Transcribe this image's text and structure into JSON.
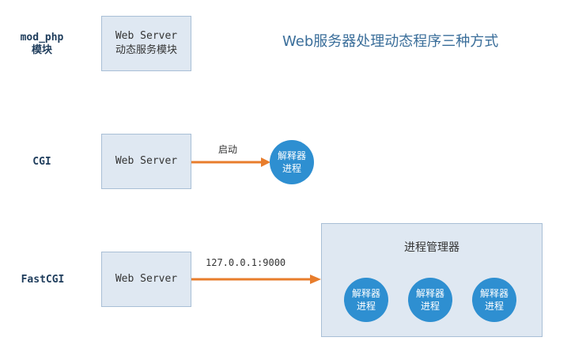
{
  "title": "Web服务器处理动态程序三种方式",
  "rows": [
    {
      "label_line1": "mod_php",
      "label_line2": "模块",
      "server_line1": "Web Server",
      "server_line2": "动态服务模块"
    },
    {
      "label": "CGI",
      "server": "Web Server",
      "edge_label": "启动",
      "process_line1": "解释器",
      "process_line2": "进程"
    },
    {
      "label": "FastCGI",
      "server": "Web Server",
      "edge_label": "127.0.0.1:9000",
      "manager_title": "进程管理器",
      "processes": [
        {
          "line1": "解释器",
          "line2": "进程"
        },
        {
          "line1": "解释器",
          "line2": "进程"
        },
        {
          "line1": "解释器",
          "line2": "进程"
        }
      ]
    }
  ],
  "colors": {
    "box_fill": "#dfe8f2",
    "box_border": "#a9bfd6",
    "arrow": "#e87d2c",
    "process_fill": "#2e8fd1",
    "title": "#3a6e9a"
  }
}
